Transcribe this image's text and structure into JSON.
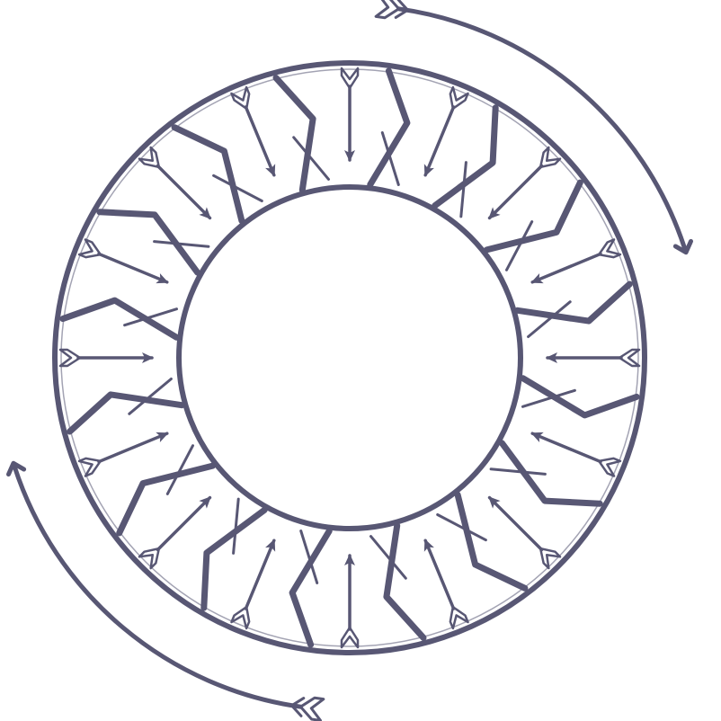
{
  "emblem": {
    "description_name": "arrow-ring-emblem",
    "ink_color": "#585774",
    "background_color": "#ffffff",
    "arrow_count": 16,
    "segment_count": 16,
    "arc_arrow_count": 2,
    "rotation_direction": "clockwise"
  }
}
